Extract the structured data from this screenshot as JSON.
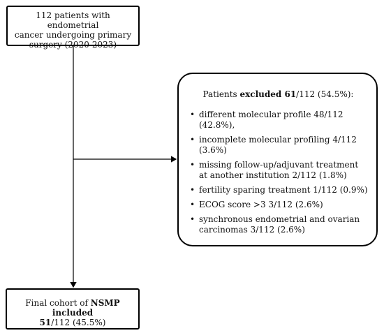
{
  "top_box": {
    "line1": "112 patients with endometrial",
    "line2": "cancer undergoing primary",
    "line3": "surgery (2020-2023)"
  },
  "exclusion_box": {
    "title_prefix": "Patients ",
    "title_bold": "excluded 61",
    "title_suffix": "/112 (54.5%):",
    "items": [
      "different molecular profile 48/112 (42.8%),",
      "incomplete molecular profiling 4/112 (3.6%)",
      "missing follow-up/adjuvant treatment at another institution 2/112 (1.8%)",
      "fertility sparing treatment 1/112 (0.9%)",
      "ECOG score >3 3/112 (2.6%)",
      "synchronous endometrial and ovarian carcinomas 3/112 (2.6%)"
    ]
  },
  "final_box": {
    "prefix": "Final cohort of ",
    "bold1": "NSMP included",
    "bold2": "51",
    "suffix": "/112 (45.5%)"
  },
  "colors": {
    "line": "#000000",
    "text": "#111111"
  }
}
